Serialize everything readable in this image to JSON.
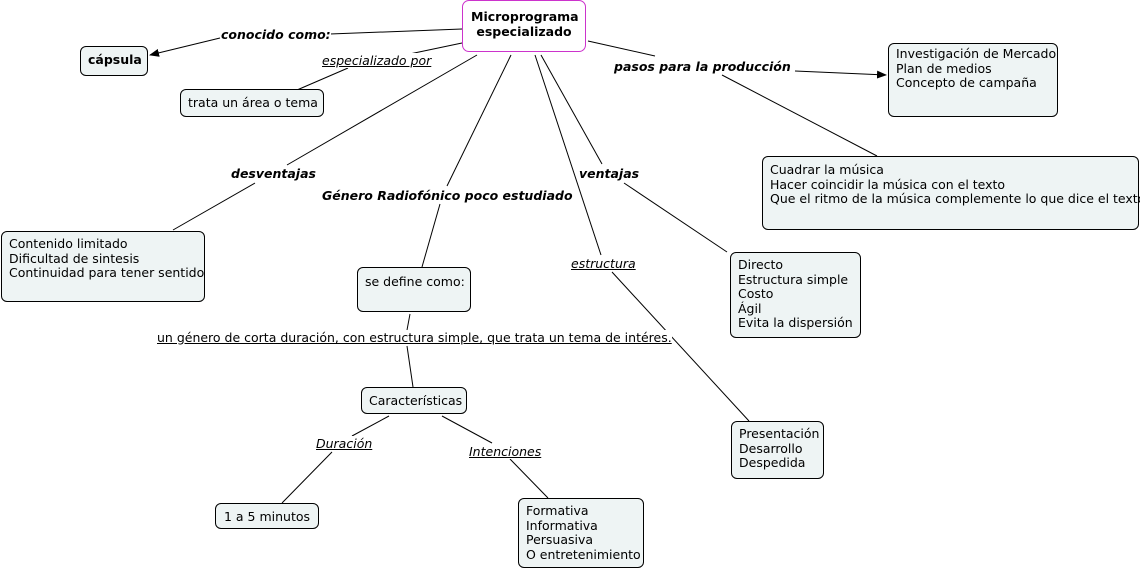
{
  "root": {
    "lines": [
      "Microprograma",
      "especializado"
    ]
  },
  "nodes": {
    "capsula": "cápsula",
    "trata_area": "trata un área o tema",
    "pasos": [
      "Investigación de Mercado",
      "Plan de medios",
      "Concepto de campaña"
    ],
    "musica": [
      "Cuadrar la música",
      "Hacer coincidir la música con el texto",
      "Que el ritmo de la música complemente lo que dice el texto"
    ],
    "desventajas": [
      "Contenido limitado",
      "Dificultad de sintesis",
      "Continuidad para tener sentido"
    ],
    "se_define": "se define como:",
    "ventajas": [
      "Directo",
      "Estructura simple",
      "Costo",
      "Ágil",
      "Evita la dispersión"
    ],
    "estructura": [
      "Presentación",
      "Desarrollo",
      "Despedida"
    ],
    "caracteristicas": "Características",
    "duracion": "1 a 5 minutos",
    "intenciones": [
      "Formativa",
      "Informativa",
      "Persuasiva",
      "O entretenimiento"
    ]
  },
  "labels": {
    "conocido": "conocido como:",
    "especializado_por": "especializado por",
    "pasos_produccion": "pasos para la producción",
    "desventajas": "desventajas",
    "genero": "Género Radiofónico poco estudiado",
    "ventajas": "ventajas",
    "estructura": "estructura",
    "definicion": "un género de corta duración, con estructura simple, que trata un tema de intéres.",
    "duracion": "Duración",
    "intenciones": "Intenciones"
  }
}
